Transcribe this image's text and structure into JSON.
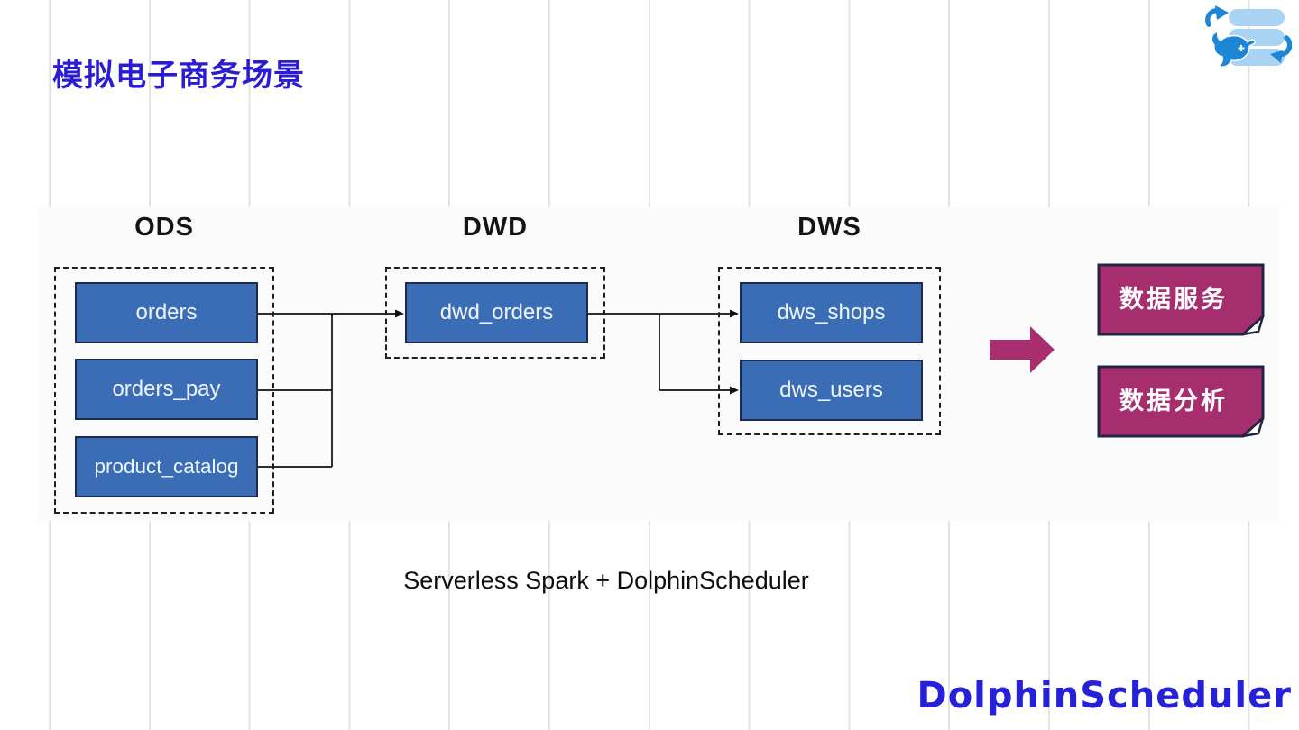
{
  "header": {
    "title": "模拟电子商务场景"
  },
  "diagram": {
    "layers": [
      {
        "label": "ODS",
        "tables": [
          {
            "label": "orders"
          },
          {
            "label": "orders_pay"
          },
          {
            "label": "product_catalog"
          }
        ]
      },
      {
        "label": "DWD",
        "tables": [
          {
            "label": "dwd_orders"
          }
        ]
      },
      {
        "label": "DWS",
        "tables": [
          {
            "label": "dws_shops"
          },
          {
            "label": "dws_users"
          }
        ]
      }
    ],
    "edges": [
      {
        "from": "orders",
        "to": "dwd_orders"
      },
      {
        "from": "orders_pay",
        "to": "dwd_orders"
      },
      {
        "from": "product_catalog",
        "to": "dwd_orders"
      },
      {
        "from": "dwd_orders",
        "to": "dws_shops"
      },
      {
        "from": "dwd_orders",
        "to": "dws_users"
      }
    ],
    "outputs": [
      {
        "label": "数据服务"
      },
      {
        "label": "数据分析"
      }
    ]
  },
  "footer": {
    "caption": "Serverless Spark + DolphinScheduler",
    "wordmark": "DolphinScheduler"
  },
  "colors": {
    "table_fill": "#3a6db6",
    "table_border": "#1c2b4f",
    "accent_magenta": "#a62e6f",
    "outline_navy": "#232343",
    "title_blue": "#2a1cd4",
    "wordmark_blue": "#2620d8",
    "logo_blue": "#1e86d7",
    "logo_light_blue": "#a9d3f2",
    "guide_line_gray": "#e4e4e4"
  }
}
